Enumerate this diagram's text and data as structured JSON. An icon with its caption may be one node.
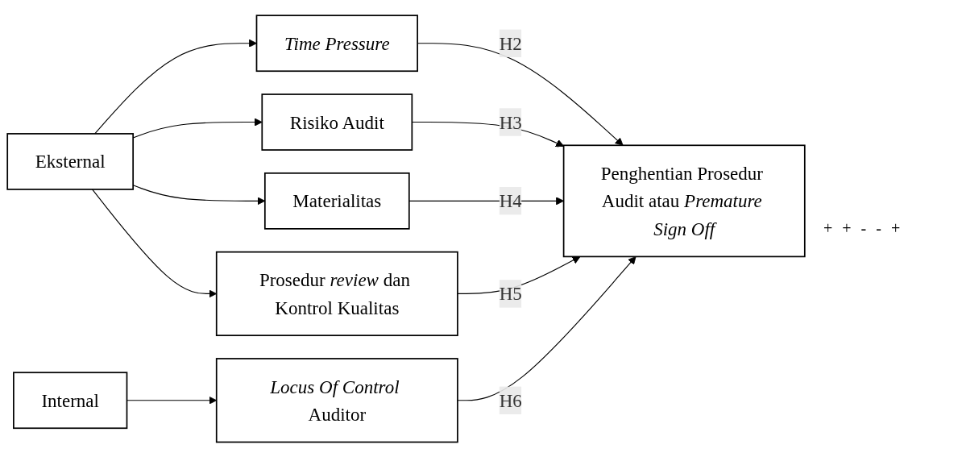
{
  "diagram": {
    "nodes": [
      {
        "text": [
          "Eksternal"
        ]
      },
      {
        "text": [
          "Internal"
        ]
      },
      {
        "text": [
          "*Time Pressure*"
        ]
      },
      {
        "text": [
          "Risiko Audit"
        ]
      },
      {
        "text": [
          "Materialitas"
        ]
      },
      {
        "text": [
          "Prosedur *review* dan Kontrol Kualitas"
        ]
      },
      {
        "text": [
          "*Locus Of Control* Auditor"
        ]
      },
      {
        "text": [
          "Penghentian Prosedur Audit atau *Premature Sign Off*"
        ]
      }
    ],
    "edges": [
      {
        "from": 0,
        "to": 2,
        "arrow": "to"
      },
      {
        "from": 0,
        "to": 3,
        "arrow": "to"
      },
      {
        "from": 0,
        "to": 4,
        "arrow": "to"
      },
      {
        "from": 0,
        "to": 5,
        "arrow": "to"
      },
      {
        "from": 1,
        "to": 6,
        "arrow": "to"
      },
      {
        "from": 2,
        "to": 7,
        "arrow": "to",
        "label": "H2"
      },
      {
        "from": 3,
        "to": 7,
        "arrow": "to",
        "label": "H3"
      },
      {
        "from": 4,
        "to": 7,
        "arrow": "to",
        "label": "H4"
      },
      {
        "from": 5,
        "to": 7,
        "arrow": "to",
        "label": "H5"
      },
      {
        "from": 6,
        "to": 7,
        "arrow": "to",
        "label": "H6"
      }
    ],
    "labels": [
      "+",
      "+",
      "-",
      "-",
      "+"
    ]
  }
}
